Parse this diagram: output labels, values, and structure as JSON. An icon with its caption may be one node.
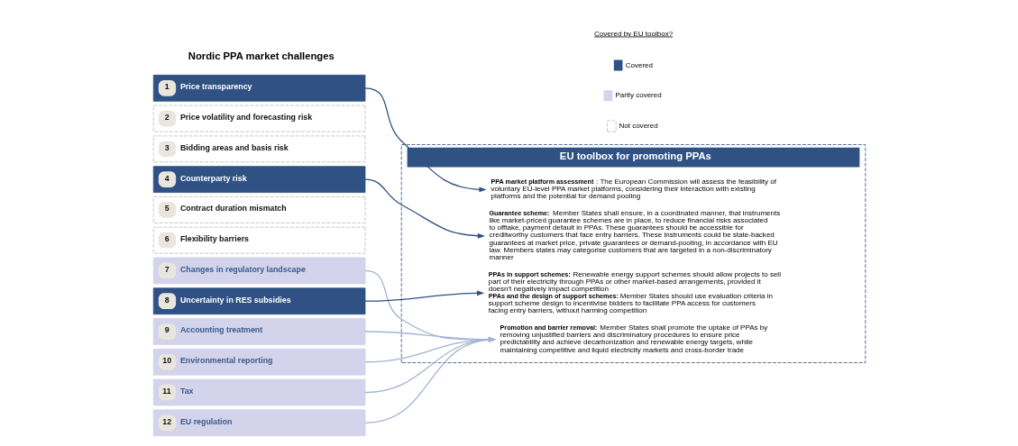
{
  "diagram": {
    "nodes": [
      {
        "text": [
          "1",
          "Price transparency"
        ]
      },
      {
        "text": [
          "2",
          "Price volatility and forecasting risk"
        ]
      },
      {
        "text": [
          "3",
          "Bidding areas and basis risk"
        ]
      },
      {
        "text": [
          "4",
          "Counterparty risk"
        ]
      },
      {
        "text": [
          "5",
          "Contract duration mismatch"
        ]
      },
      {
        "text": [
          "6",
          "Flexibility barriers"
        ]
      },
      {
        "text": [
          "7",
          "Changes in regulatory landscape"
        ]
      },
      {
        "text": [
          "8",
          "Uncertainty in RES subsidies"
        ]
      },
      {
        "text": [
          "9",
          "Accounting treatment"
        ]
      },
      {
        "text": [
          "10",
          "Environmental reporting"
        ]
      },
      {
        "text": [
          "11",
          "Tax"
        ]
      },
      {
        "text": [
          "12",
          "EU regulation"
        ]
      },
      {
        "text": [
          "EU toolbox for promoting PPAs"
        ]
      },
      {
        "text": [
          "**PPA market platform assessment**: The European Commission will assess the feasibility of voluntary EU-level PPA market platforms, considering their interaction with existing platforms and the potential for demand pooling"
        ],
        "in": 12
      },
      {
        "text": [
          "**Guarantee scheme:** Member States shall ensure, in a coordinated manner, that instruments like market-priced guarantee schemes are in place, to reduce financial risks associated to offtake, payment default in PPAs. These guarantees should be accessible for creditworthy customers that face entry barriers. These instruments could be state-backed guarantees at market price, private guarantees or demand-pooling, in accordance with EU law. Members states may categorise customers that are targeted in a non-discriminatory manner"
        ],
        "in": 12
      },
      {
        "text": [
          "**PPAs in support schemes:** Renewable energy support schemes should allow projects to sell part of their electricity through PPAs or other market-based arrangements, provided it doesn't negatively impact competition",
          "**PPAs and the design of support schemes:** Member States should use evaluation criteria in support scheme design to incentivise bidders to facilitate PPA access for customers facing entry barriers, without harming competition"
        ],
        "in": 12
      },
      {
        "text": [
          "**Promotion and barrier removal:** Member States shall promote the uptake of PPAs by removing unjustified barriers and discriminatory procedures to ensure price predictability and achieve decarbonization and renewable energy targets, while maintaining competitive and liquid electricity markets and cross-border trade"
        ],
        "in": 12
      }
    ],
    "edges": [
      {
        "from": 0,
        "to": 13,
        "arrow": "to",
        "color": "#2f5183"
      },
      {
        "from": 3,
        "to": 14,
        "arrow": "to",
        "color": "#2f5183"
      },
      {
        "from": 7,
        "to": 15,
        "arrow": "to",
        "color": "#2f5183"
      },
      {
        "from": 6,
        "to": 16,
        "arrow": "to"
      },
      {
        "from": 8,
        "to": 16,
        "arrow": "to"
      },
      {
        "from": 9,
        "to": 16,
        "arrow": "to"
      },
      {
        "from": 10,
        "to": 16,
        "arrow": "to"
      },
      {
        "from": 11,
        "to": 16,
        "arrow": "to"
      }
    ],
    "labels": [
      "Nordic PPA market challenges",
      "Covered by EU toolbox?"
    ],
    "legend": [
      {
        "text": "Covered",
        "color": "#2f5183"
      },
      {
        "text": "Partly covered",
        "color": "#d3d3ec"
      },
      {
        "text": "Not covered"
      }
    ]
  }
}
